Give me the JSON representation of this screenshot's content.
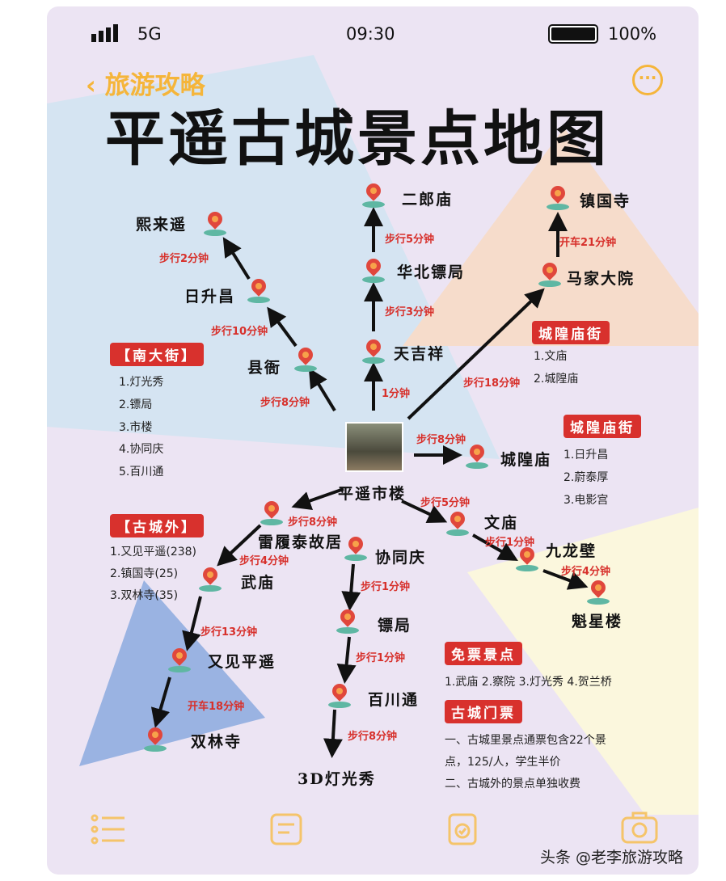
{
  "status_bar": {
    "signal": "signal-icon",
    "network": "5G",
    "time": "09:30",
    "battery": "100%"
  },
  "header": {
    "back_label": "旅游攻略",
    "title": "平遥古城景点地图",
    "accent": "#f5b53a"
  },
  "center": {
    "name": "平遥市楼"
  },
  "spots": [
    {
      "name": "熙来遥"
    },
    {
      "name": "日升昌"
    },
    {
      "name": "县衙"
    },
    {
      "name": "二郎庙"
    },
    {
      "name": "华北镖局"
    },
    {
      "name": "天吉祥"
    },
    {
      "name": "镇国寺"
    },
    {
      "name": "马家大院"
    },
    {
      "name": "城隍庙"
    },
    {
      "name": "文庙"
    },
    {
      "name": "九龙壁"
    },
    {
      "name": "魁星楼"
    },
    {
      "name": "雷履泰故居"
    },
    {
      "name": "武庙"
    },
    {
      "name": "协同庆"
    },
    {
      "name": "镖局"
    },
    {
      "name": "又见平遥"
    },
    {
      "name": "百川通"
    },
    {
      "name": "双林寺"
    },
    {
      "name": "3D灯光秀"
    }
  ],
  "routes": [
    "步行2分钟",
    "步行10分钟",
    "步行8分钟",
    "步行5分钟",
    "步行3分钟",
    "1分钟",
    "开车21分钟",
    "步行18分钟",
    "步行8分钟",
    "步行5分钟",
    "步行1分钟",
    "步行4分钟",
    "步行8分钟",
    "步行4分钟",
    "步行1分钟",
    "步行13分钟",
    "步行1分钟",
    "开车18分钟",
    "步行8分钟"
  ],
  "boxes": {
    "nandajie": {
      "title": "【南大街】",
      "items": [
        "1.灯光秀",
        "2.镖局",
        "3.市楼",
        "4.协同庆",
        "5.百川通"
      ]
    },
    "chenghuang1": {
      "title": "城隍庙街",
      "items": [
        "1.文庙",
        "2.城隍庙"
      ]
    },
    "chenghuang2": {
      "title": "城隍庙街",
      "items": [
        "1.日升昌",
        "2.蔚泰厚",
        "3.电影宫"
      ]
    },
    "outside": {
      "title": "【古城外】",
      "items": [
        "1.又见平遥(238)",
        "2.镇国寺(25)",
        "3.双林寺(35)"
      ]
    },
    "free": {
      "title": "免票景点",
      "text": "1.武庙 2.察院 3.灯光秀 4.贺兰桥"
    },
    "tickets": {
      "title": "古城门票",
      "lines": [
        "一、古城里景点通票包含22个景",
        "点，125/人，学生半价",
        "二、古城外的景点单独收费"
      ]
    }
  },
  "watermark": "头条 @老李旅游攻略"
}
